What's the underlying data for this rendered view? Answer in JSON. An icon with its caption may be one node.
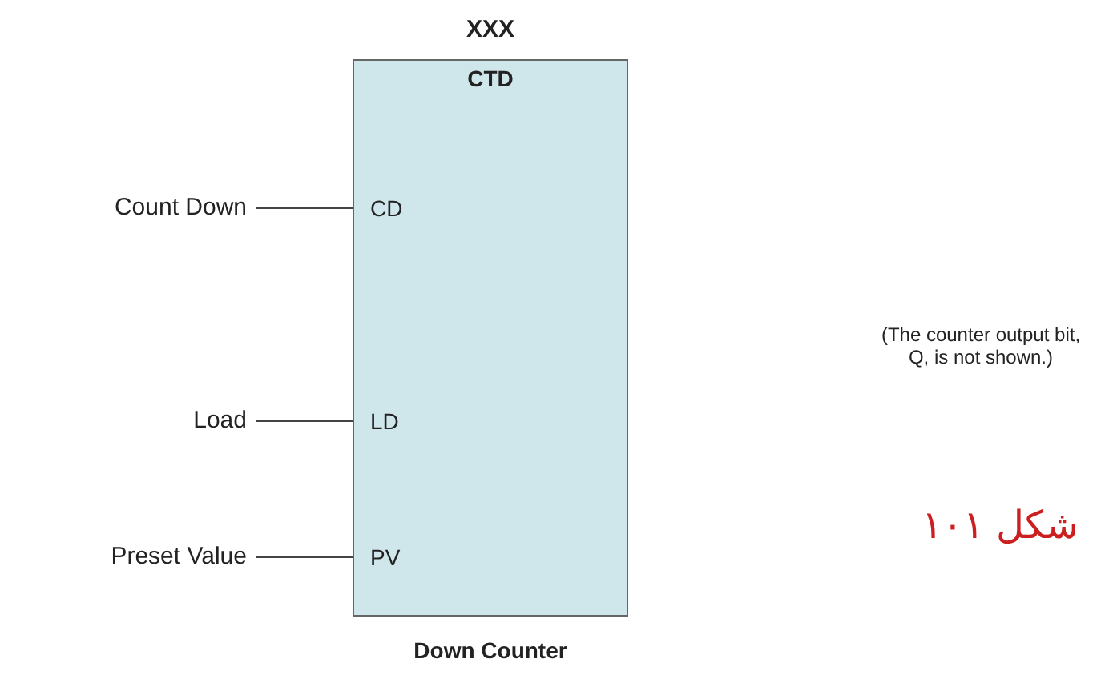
{
  "diagram": {
    "caption": "Down Counter",
    "nodes": [
      {
        "text": [
          "XXX",
          "CTD"
        ]
      },
      {
        "text": [
          "Count Down"
        ]
      },
      {
        "text": [
          "Load"
        ]
      },
      {
        "text": [
          "Preset Value"
        ]
      }
    ],
    "edges": [
      {
        "from": 1,
        "to": 0,
        "arrow": "none"
      },
      {
        "from": 2,
        "to": 0,
        "arrow": "none"
      },
      {
        "from": 3,
        "to": 0,
        "arrow": "none"
      }
    ],
    "labels": [
      "CD",
      "LD",
      "PV",
      "(The counter output bit, Q, is not shown.)",
      "شکل ١٠١"
    ]
  }
}
